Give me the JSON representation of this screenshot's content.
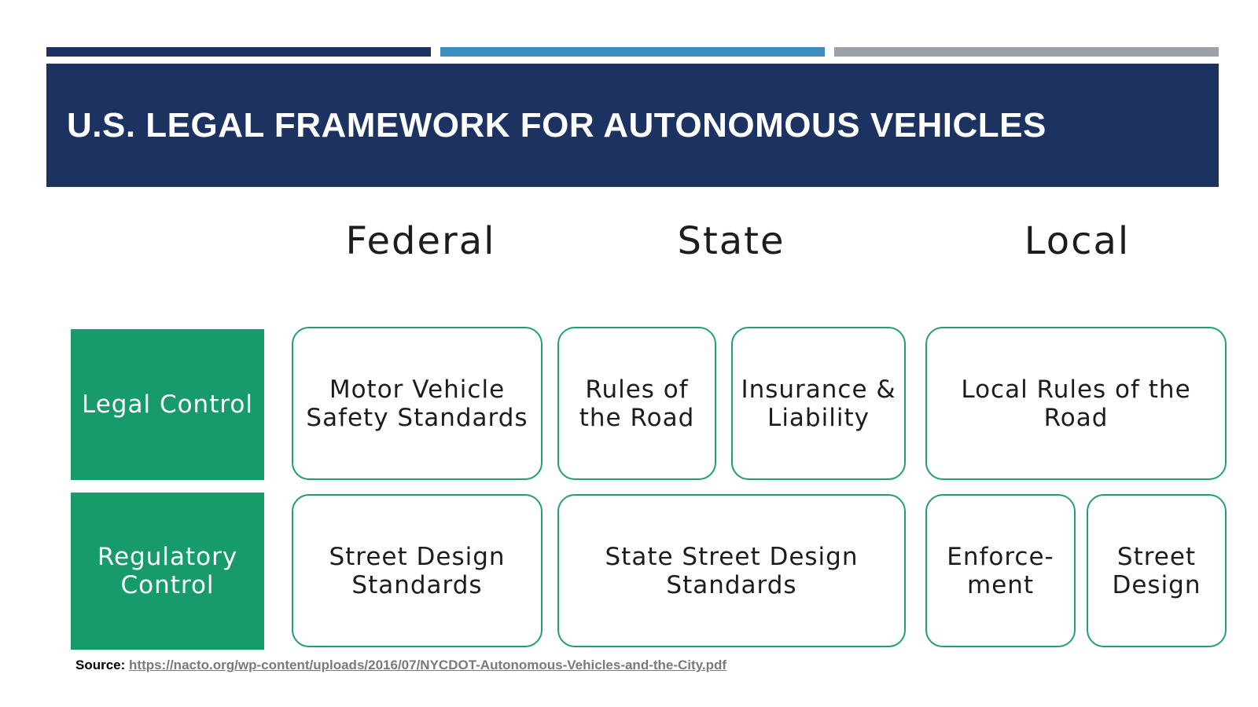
{
  "colors": {
    "bar1": "#1c3260",
    "bar2": "#3d8dbe",
    "bar3": "#9aa1a8",
    "banner": "#1c3260",
    "green": "#179b6b",
    "border_green": "#21a06e"
  },
  "title": "U.S. LEGAL FRAMEWORK FOR AUTONOMOUS VEHICLES",
  "columns": {
    "federal": "Federal",
    "state": "State",
    "local": "Local"
  },
  "rows": {
    "legal": "Legal Control",
    "regulatory": "Regulatory Control"
  },
  "cells": {
    "motor_vehicle_safety": "Motor Vehicle Safety Standards",
    "rules_of_road": "Rules of the Road",
    "insurance": "Insurance & Liability",
    "local_rules": "Local Rules of the Road",
    "street_design_standards": "Street Design Standards",
    "state_street_design": "State Street Design Standards",
    "enforcement": "Enforce-ment",
    "street_design": "Street Design"
  },
  "source": {
    "label": "Source:",
    "url": "https://nacto.org/wp-content/uploads/2016/07/NYCDOT-Autonomous-Vehicles-and-the-City.pdf"
  }
}
